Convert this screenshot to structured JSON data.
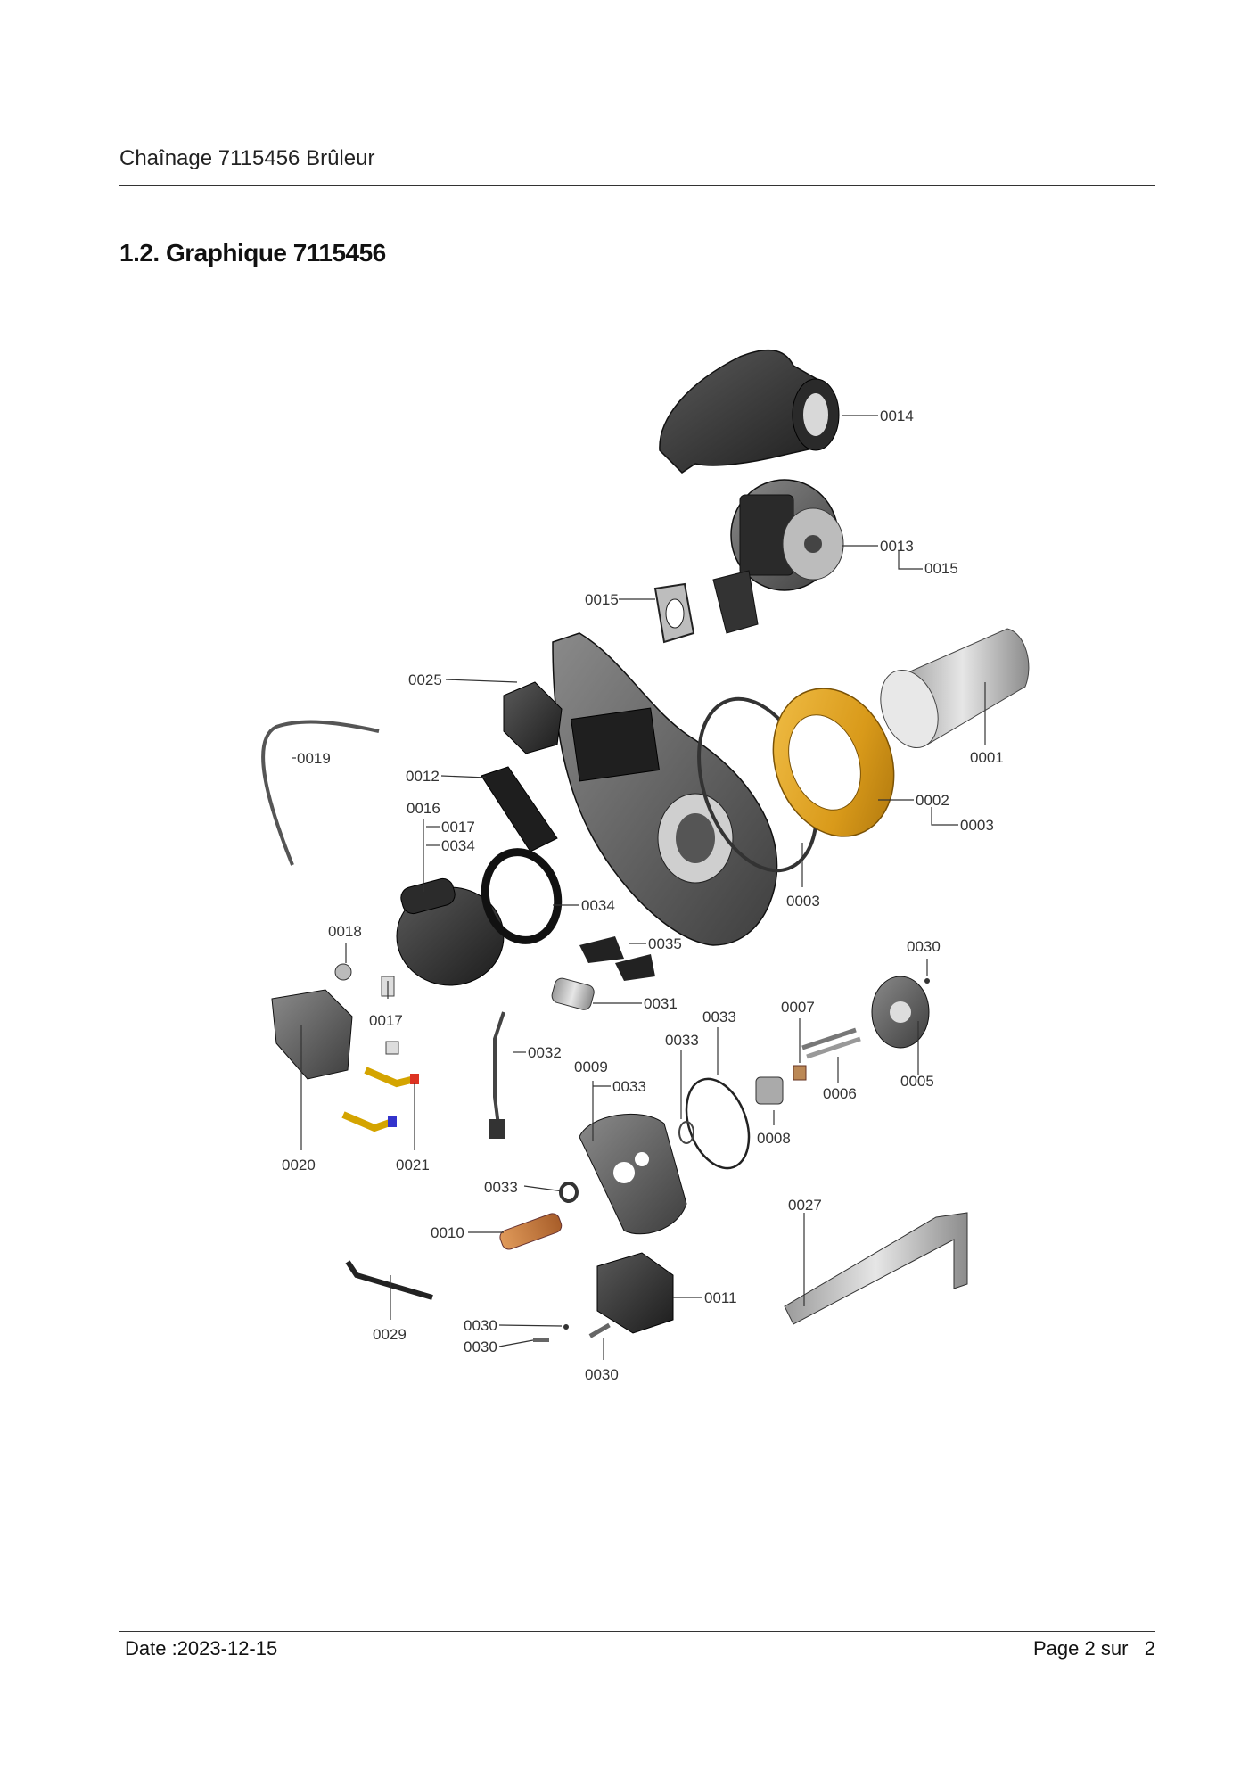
{
  "header": {
    "title": "Chaînage 7115456 Brûleur"
  },
  "section": {
    "title": "1.2. Graphique 7115456"
  },
  "footer": {
    "date": "Date :2023-12-15",
    "page_prefix": "Page 2 sur",
    "page_total": "2"
  },
  "parts": {
    "p0014": "0014",
    "p0013": "0013",
    "p0015a": "0015",
    "p0015b": "0015",
    "p0025": "0025",
    "p0001": "0001",
    "p0019": "0019",
    "p0012": "0012",
    "p0016": "0016",
    "p0017a": "0017",
    "p0034a": "0034",
    "p0002": "0002",
    "p0003a": "0003",
    "p0003b": "0003",
    "p0034b": "0034",
    "p0018": "0018",
    "p0035": "0035",
    "p0030a": "0030",
    "p0017b": "0017",
    "p0031": "0031",
    "p0007": "0007",
    "p0033a": "0033",
    "p0033b": "0033",
    "p0032": "0032",
    "p0009": "0009",
    "p0033c": "0033",
    "p0006": "0006",
    "p0005": "0005",
    "p0008": "0008",
    "p0020": "0020",
    "p0021": "0021",
    "p0033d": "0033",
    "p0027": "0027",
    "p0010": "0010",
    "p0011": "0011",
    "p0029": "0029",
    "p0030b": "0030",
    "p0030c": "0030",
    "p0030d": "0030"
  }
}
